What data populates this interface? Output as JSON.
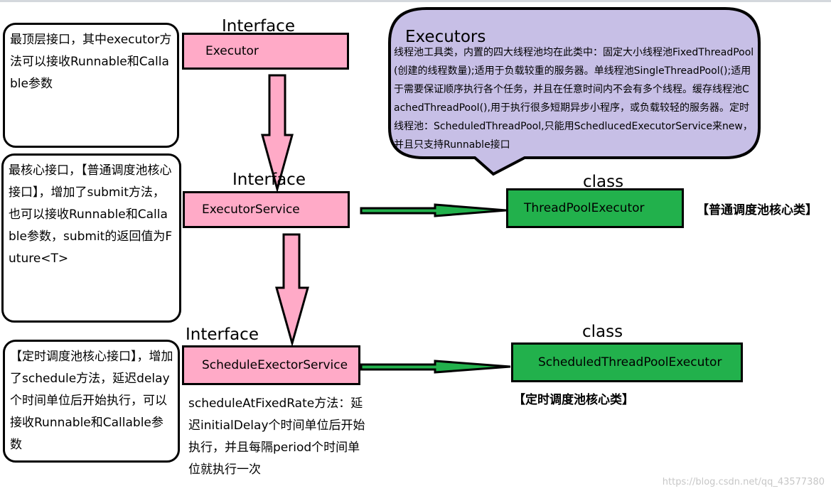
{
  "colors": {
    "pink": "#ffaac7",
    "green": "#22b14c",
    "bubble": "#c7bfe6"
  },
  "notes": {
    "executor": "最顶层接口，其中executor方法可以接收Runnable和Callable参数",
    "executor_service": "最核心接口，【普通调度池核心接口】，增加了submit方法，也可以接收Runnable和Callable参数，submit的返回值为Future<T>",
    "scheduled_service": "【定时调度池核心接口】，增加了schedule方法，延迟delay个时间单位后开始执行，可以接收Runnable和Callable参数"
  },
  "interfaces": {
    "stereotype": "Interface",
    "executor": "Executor",
    "executor_service": "ExecutorService",
    "scheduled_service": "ScheduleExectorService"
  },
  "classes": {
    "stereotype": "class",
    "thread_pool": "ThreadPoolExecutor",
    "scheduled_pool": "ScheduledThreadPoolExecutor"
  },
  "side_labels": {
    "thread_pool": "【普通调度池核心类】",
    "scheduled_pool": "【定时调度池核心类】"
  },
  "executors": {
    "title": "Executors",
    "body": "线程池工具类，内置的四大线程池均在此类中：固定大小线程池FixedThreadPool(创建的线程数量);适用于负载较重的服务器。单线程池SingleThreadPool();适用于需要保证顺序执行各个任务，并且在任意时间内不会有多个线程。缓存线程池CachedThreadPool(),用于执行很多短期异步小程序，或负载较轻的服务器。定时线程池：ScheduledThreadPool,只能用SchedlucedExecutorService来new，并且只支持Runnable接口"
  },
  "schedule_note": "scheduleAtFixedRate方法：延迟initialDelay个时间单位后开始执行，并且每隔period个时间单位就执行一次",
  "watermark": "https://blog.csdn.net/qq_43577380"
}
